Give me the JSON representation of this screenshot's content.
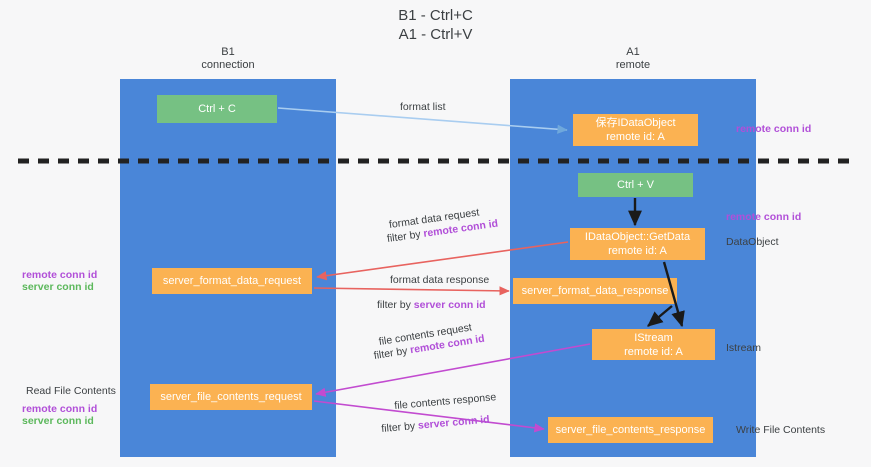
{
  "title": "B1 - Ctrl+C\nA1 - Ctrl+V",
  "lanes": [
    {
      "id": "b1",
      "name": "B1",
      "role": "connection",
      "label": "B1\nconnection"
    },
    {
      "id": "a1",
      "name": "A1",
      "role": "remote",
      "label": "A1\nremote"
    }
  ],
  "nodes": {
    "ctrl_c": {
      "label": "Ctrl + C",
      "color": "#76c183"
    },
    "save_idataobject": {
      "label": "保存IDataObject\nremote id: A",
      "color": "#fbb252"
    },
    "ctrl_v": {
      "label": "Ctrl + V",
      "color": "#76c183"
    },
    "getdata": {
      "label": "IDataObject::GetData\nremote id: A",
      "color": "#fbb252"
    },
    "server_format_data_request": {
      "label": "server_format_data_request",
      "color": "#fbb252"
    },
    "server_format_data_response": {
      "label": "server_format_data_response",
      "color": "#fbb252"
    },
    "istream": {
      "label": "IStream\nremote id: A",
      "color": "#fbb252"
    },
    "server_file_contents_request": {
      "label": "server_file_contents_request",
      "color": "#fbb252"
    },
    "server_file_contents_response": {
      "label": "server_file_contents_response",
      "color": "#fbb252"
    }
  },
  "edge_labels": {
    "format_list": "format list",
    "format_data_request": "format data request",
    "format_data_request_filter_prefix": "filter by ",
    "format_data_request_filter_value": "remote conn id",
    "format_data_response": "format data response",
    "format_data_response_filter_prefix": "filter by ",
    "format_data_response_filter_value": "server conn id",
    "file_contents_request": "file contents request",
    "file_contents_request_filter_prefix": "filter by ",
    "file_contents_request_filter_value": "remote conn id",
    "file_contents_response": "file contents response",
    "file_contents_response_filter_prefix": "filter by ",
    "file_contents_response_filter_value": "server conn id"
  },
  "annotations": {
    "right_remote_conn_id_top": "remote conn id",
    "right_remote_conn_id_mid": "remote conn id",
    "right_dataobject": "DataObject",
    "right_istream": "Istream",
    "right_write_file_contents": "Write File Contents",
    "left_remote_conn_id": "remote conn id",
    "left_server_conn_id": "server conn id",
    "left_read_file_contents": "Read File Contents",
    "left_remote_conn_id_2": "remote conn id",
    "left_server_conn_id_2": "server conn id"
  },
  "colors": {
    "lane": "#4a86d8",
    "green_node": "#76c183",
    "orange_node": "#fbb252",
    "purple_text": "#b14fd8",
    "green_text": "#5cb85c",
    "red_arrow": "#e8635f",
    "magenta_arrow": "#c24bd0",
    "blue_arrow": "#a9cdf0",
    "black_arrow": "#1a1a1a",
    "divider": "#222222",
    "background": "#f7f7f8"
  }
}
